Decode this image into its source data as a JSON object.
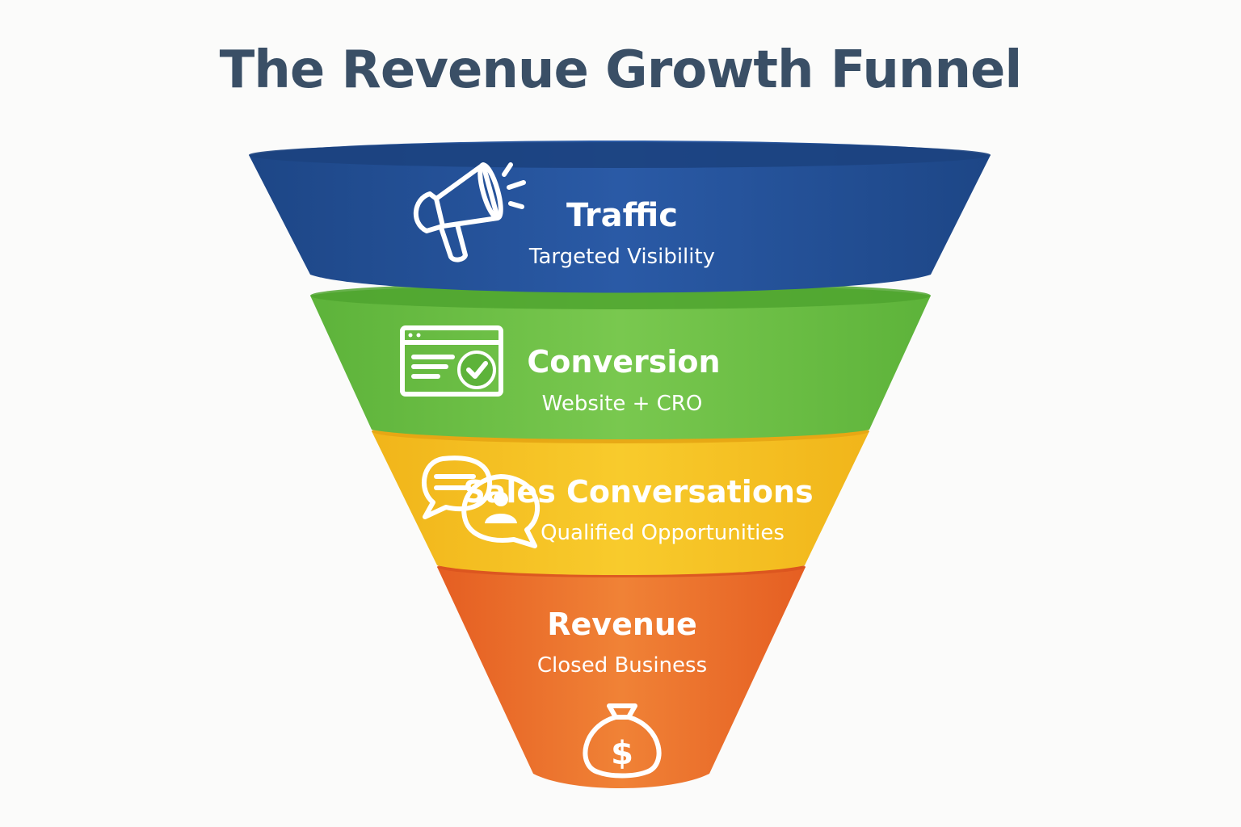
{
  "title": "The Revenue Growth Funnel",
  "stages": [
    {
      "title": "Traffic",
      "subtitle": "Targeted Visibility",
      "icon": "megaphone-icon",
      "color": "#24529c",
      "color_dark": "#1c437f"
    },
    {
      "title": "Conversion",
      "subtitle": "Website + CRO",
      "icon": "browser-check-icon",
      "color": "#6cc145",
      "color_dark": "#4fa52f"
    },
    {
      "title": "Sales Conversations",
      "subtitle": "Qualified Opportunities",
      "icon": "chat-bubbles-icon",
      "color": "#f4c221",
      "color_dark": "#e6a514"
    },
    {
      "title": "Revenue",
      "subtitle": "Closed Business",
      "icon": "money-bag-icon",
      "color": "#ef7a2c",
      "color_dark": "#d9531f"
    }
  ]
}
